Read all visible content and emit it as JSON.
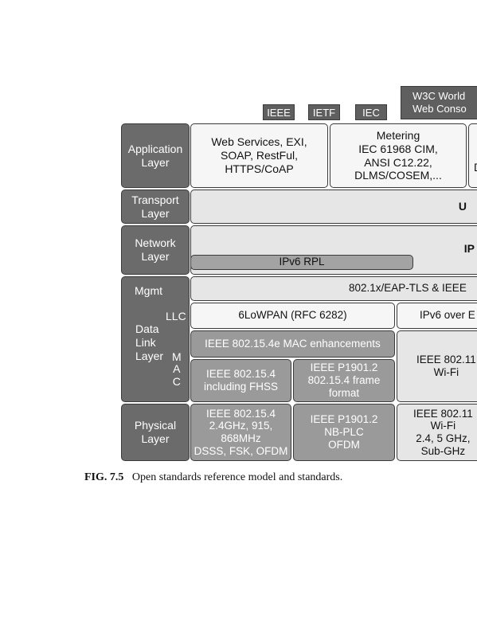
{
  "orgs": {
    "ieee": "IEEE",
    "ietf": "IETF",
    "iec": "IEC",
    "w3c": "W3C World\nWeb Conso"
  },
  "layers": {
    "application": "Application\nLayer",
    "transport": "Transport\nLayer",
    "network": "Network\nLayer",
    "mgmt": "Mgmt",
    "data_link": "Data\nLink\nLayer",
    "llc": "LLC",
    "mac": "M\nA\nC",
    "physical": "Physical\nLayer"
  },
  "cells": {
    "web_services": "Web Services, EXI,\nSOAP, RestFul,\nHTTPS/CoAP",
    "metering": "Metering\nIEC 61968 CIM,\nANSI C12.22,\nDLMS/COSEM,...",
    "app_right_partial": "D",
    "transport_partial": "U",
    "network_partial": "IP",
    "ipv6_rpl": "IPv6 RPL",
    "mgmt_bar": "802.1x/EAP-TLS & IEEE",
    "sixlowpan": "6LoWPAN (RFC 6282)",
    "ipv6_over": "IPv6 over E",
    "mac_enh": "IEEE 802.15.4e MAC enhancements",
    "ieee_80211_wifi": "IEEE 802.11\nWi-Fi",
    "ieee_802154_fhss": "IEEE 802.15.4\nincluding FHSS",
    "ieee_p1901_frame": "IEEE P1901.2\n802.15.4 frame\nformat",
    "phy_802154": "IEEE 802.15.4\n2.4GHz, 915,\n868MHz\nDSSS, FSK, OFDM",
    "phy_p1901": "IEEE P1901.2\nNB-PLC\nOFDM",
    "phy_80211": "IEEE 802.11\nWi-Fi\n2.4, 5 GHz,\nSub-GHz"
  },
  "caption": {
    "label": "FIG. 7.5",
    "text": "Open standards reference model and standards."
  }
}
